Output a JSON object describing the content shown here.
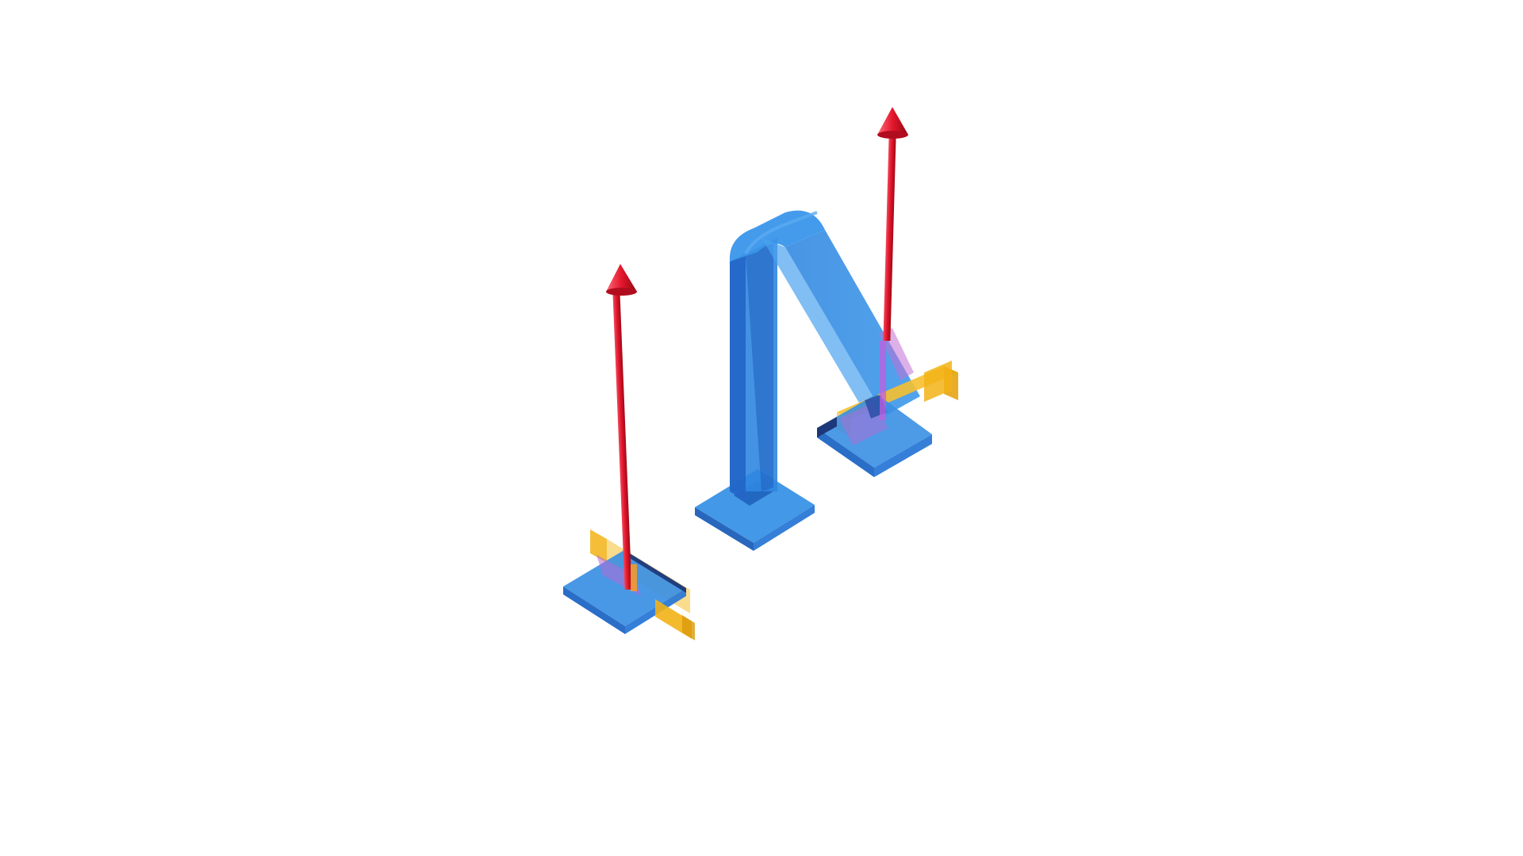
{
  "scene": {
    "background_color": "#ffffff",
    "colors": {
      "part_blue": "#2f8de4",
      "part_blue_dark": "#1d5fb8",
      "part_blue_light": "#5aaaf0",
      "plate_yellow": "#f2b316",
      "plate_yellow_dark": "#d99a0a",
      "arrow_red": "#e3152b",
      "arrow_red_dark": "#a80c1c",
      "overlap_violet": "#b56ad6"
    },
    "objects": [
      {
        "name": "left-pad",
        "kind": "blue-pad"
      },
      {
        "name": "left-yellow-plate",
        "kind": "yellow-plate"
      },
      {
        "name": "left-red-arrow",
        "kind": "red-arrow"
      },
      {
        "name": "center-pad",
        "kind": "blue-pad"
      },
      {
        "name": "bent-bracket",
        "kind": "blue-bracket"
      },
      {
        "name": "right-pad",
        "kind": "blue-pad"
      },
      {
        "name": "right-yellow-plate",
        "kind": "yellow-plate"
      },
      {
        "name": "right-red-arrow",
        "kind": "red-arrow"
      }
    ]
  }
}
